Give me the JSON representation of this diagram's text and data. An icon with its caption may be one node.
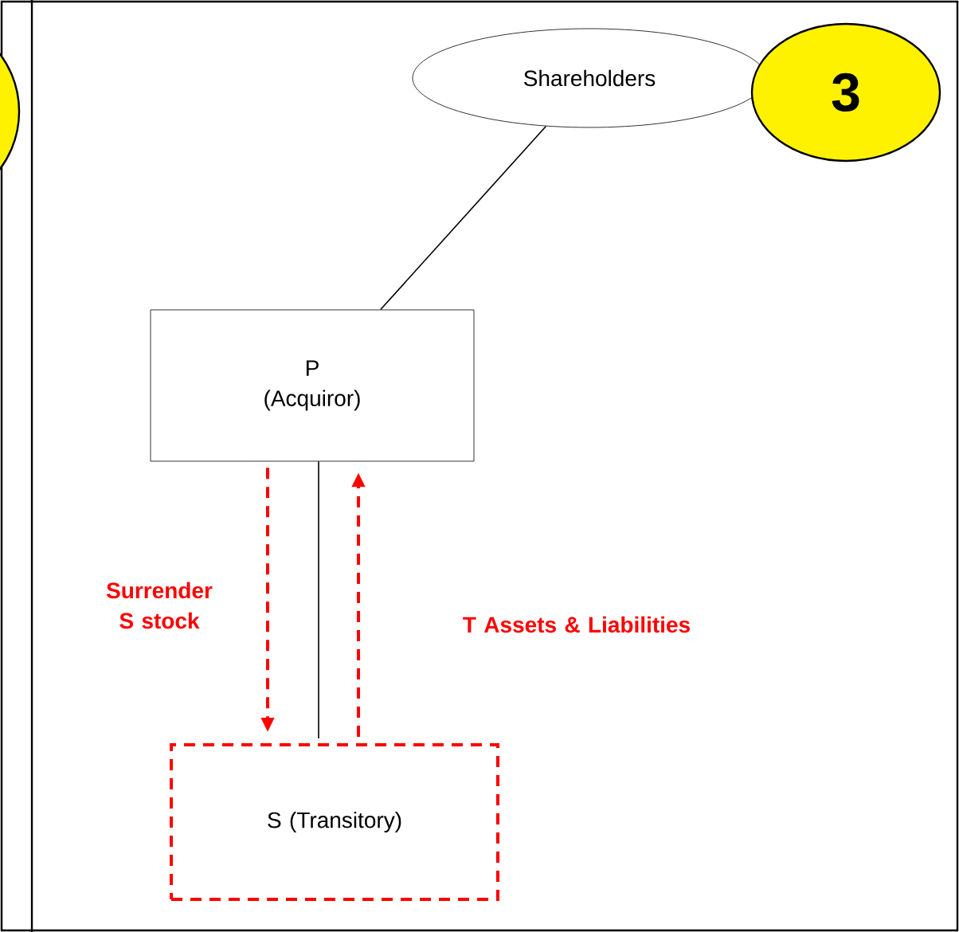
{
  "diagram": {
    "nodes": [
      {
        "text": [],
        "shape": "circle"
      },
      {
        "text": [
          "Shareholders"
        ]
      },
      {
        "text": [
          "3"
        ]
      },
      {
        "text": [
          "P (Acquiror)"
        ]
      },
      {
        "text": [
          "S (Transitory)"
        ]
      }
    ],
    "edges": [
      {
        "from": 1,
        "to": 3,
        "arrow": "none"
      },
      {
        "from": 3,
        "to": 4,
        "arrow": "none"
      },
      {
        "from": 3,
        "to": 4,
        "arrow": "to",
        "label": "Surrender S stock",
        "style": "dashed",
        "color": "#ff0000"
      },
      {
        "from": 4,
        "to": 3,
        "arrow": "to",
        "label": "T Assets & Liabilities",
        "style": "dashed",
        "color": "#ff0000"
      }
    ]
  }
}
